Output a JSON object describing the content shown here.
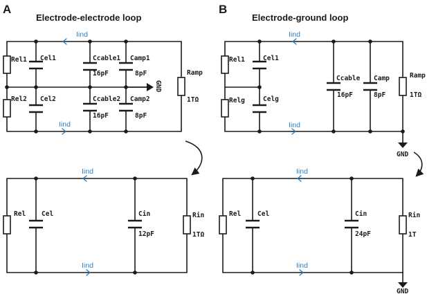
{
  "panels": {
    "a": {
      "letter": "A",
      "title": "Electrode-electrode loop"
    },
    "b": {
      "letter": "B",
      "title": "Electrode-ground loop"
    }
  },
  "current": "Iind",
  "ground": "GND",
  "a_top": {
    "rel1": "Rel1",
    "rel2": "Rel2",
    "cel1": "Cel1",
    "cel2": "Cel2",
    "ccable1": "Ccable1",
    "ccable1_val": "16pF",
    "ccable2": "Ccable2",
    "ccable2_val": "16pF",
    "camp1": "Camp1",
    "camp1_val": "8pF",
    "camp2": "Camp2",
    "camp2_val": "8pF",
    "ramp": "Ramp",
    "ramp_val": "1TΩ"
  },
  "a_bottom": {
    "rel": "Rel",
    "cel": "Cel",
    "cin": "Cin",
    "cin_val": "12pF",
    "rin": "Rin",
    "rin_val": "1TΩ"
  },
  "b_top": {
    "rel1": "Rel1",
    "relg": "Relg",
    "cel1": "Cel1",
    "celg": "Celg",
    "ccable": "Ccable",
    "ccable_val": "16pF",
    "camp": "Camp",
    "camp_val": "8pF",
    "ramp": "Ramp",
    "ramp_val": "1TΩ"
  },
  "b_bottom": {
    "rel": "Rel",
    "cel": "Cel",
    "cin": "Cin",
    "cin_val": "24pF",
    "rin": "Rin",
    "rin_val": "1T"
  }
}
